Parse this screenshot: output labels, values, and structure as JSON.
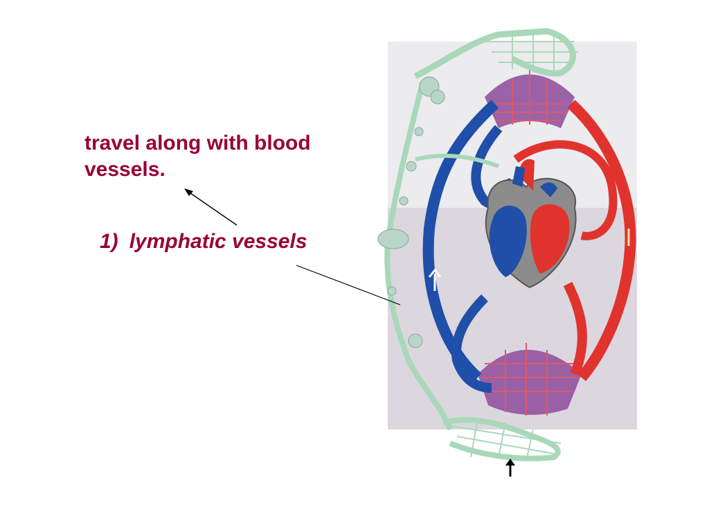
{
  "slide": {
    "text_line_1": "travel along with blood",
    "text_line_2": "vessels.",
    "list_number": "1)",
    "list_label": "lymphatic vessels"
  },
  "colors": {
    "caption": "#990033",
    "vein": "#1f4fa8",
    "artery": "#e0332e",
    "lymph": "#a8d8b9",
    "capillary": "#7a3f8f"
  }
}
